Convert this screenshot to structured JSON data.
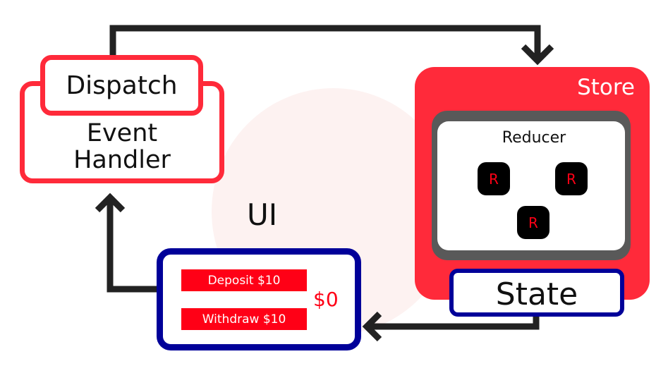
{
  "event_handler": {
    "dispatch_label": "Dispatch",
    "label_line1": "Event",
    "label_line2": "Handler"
  },
  "ui": {
    "label": "UI",
    "deposit_button": "Deposit $10",
    "withdraw_button": "Withdraw $10",
    "balance": "$0"
  },
  "store": {
    "label": "Store",
    "reducer_label": "Reducer",
    "reducers": [
      "R",
      "R",
      "R"
    ],
    "state_label": "State"
  },
  "colors": {
    "red": "#ff2a3a",
    "button_red": "#ff0016",
    "navy": "#000099",
    "gray": "#595959",
    "arrow": "#222222"
  }
}
